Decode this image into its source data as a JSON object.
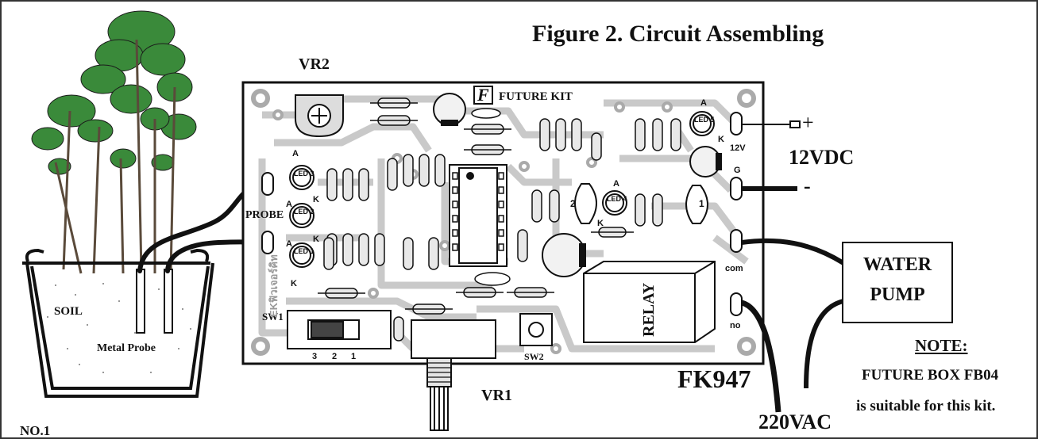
{
  "title": "Figure 2. Circuit Assembling",
  "labels": {
    "vr2": "VR2",
    "vr1": "VR1",
    "probe": "PROBE",
    "sw1": "SW1",
    "sw2": "SW2",
    "relay": "RELAY",
    "kit_code": "FK947",
    "power_dc": "12VDC",
    "power_plus": "+",
    "power_minus": "-",
    "power_ac": "220VAC",
    "pump_line1": "WATER",
    "pump_line2": "PUMP",
    "note_heading": "NOTE:",
    "note_line1": "FUTURE BOX FB04",
    "note_line2": "is suitable for this kit.",
    "figure_no": "NO.1",
    "soil": "SOIL",
    "metal_probe": "Metal Probe",
    "brand": "FUTURE KIT",
    "brand_mark": "F",
    "terminal_12v": "12V",
    "terminal_g": "G",
    "terminal_com": "com",
    "terminal_no": "no",
    "sw1_pos1": "1",
    "sw1_pos2": "2",
    "sw1_pos3": "3",
    "led1": "LED 1",
    "led2": "LED 2",
    "led3": "LED 3",
    "led4": "LED 4",
    "led5": "LED 5",
    "anode": "A",
    "cathode": "K",
    "transistor1": "1",
    "transistor2": "2",
    "side_print": "EKฟิวเจอร์คิท"
  }
}
